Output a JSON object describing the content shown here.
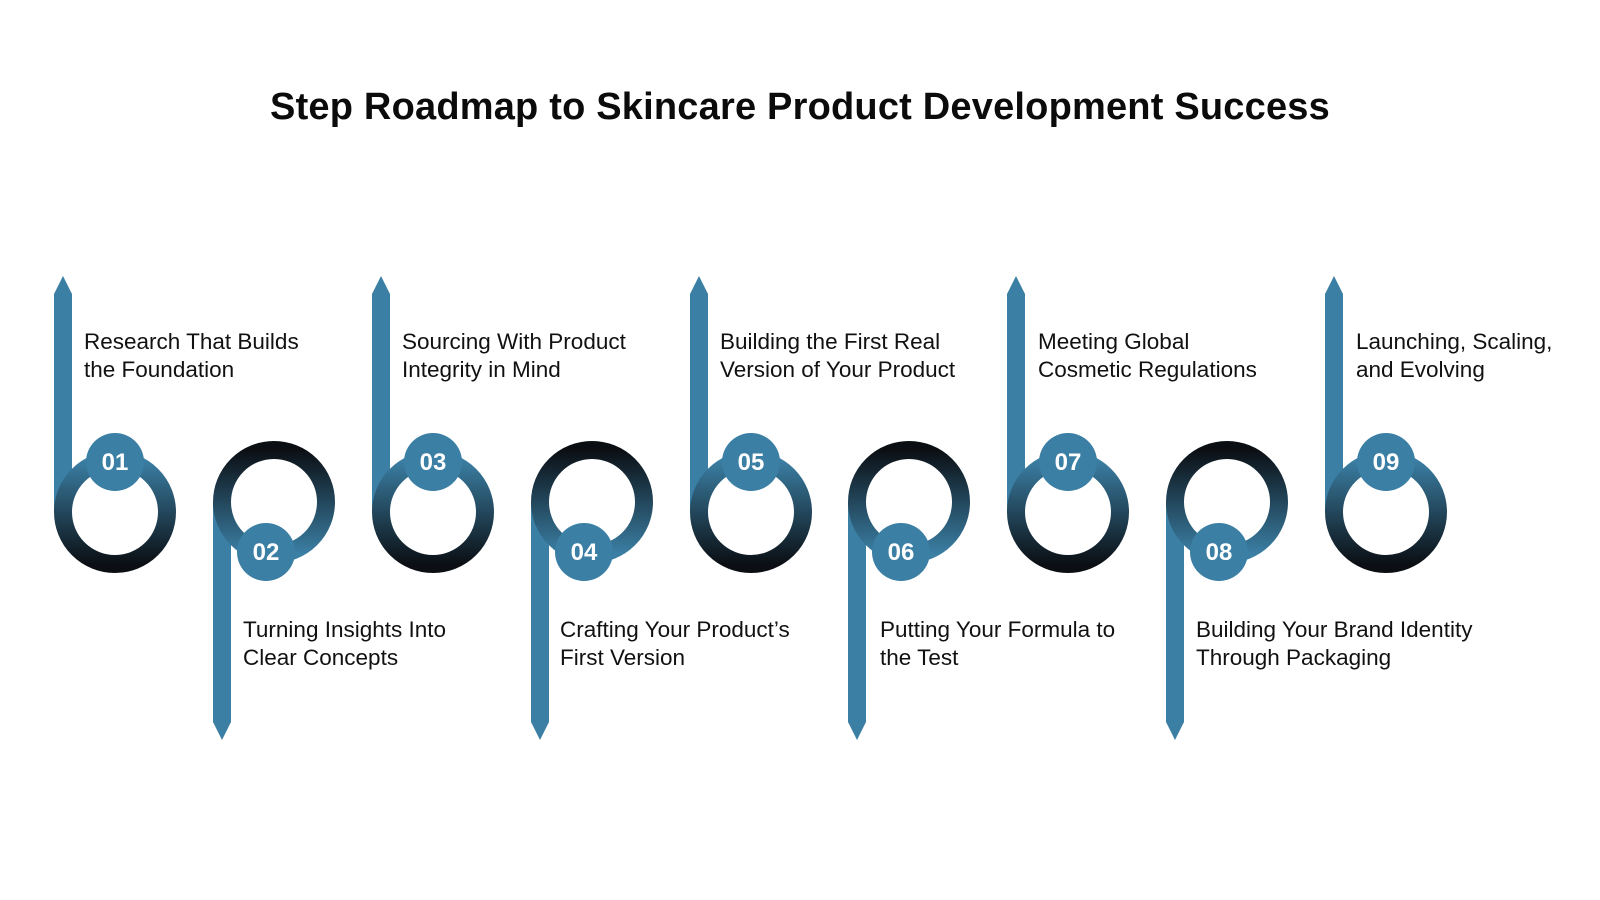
{
  "title": "Step Roadmap to Skincare Product Development Success",
  "colors": {
    "stem": "#3b7fa4",
    "ring_top": "#3b7fa4",
    "ring_bottom": "#0b0f14",
    "badge": "#3b7fa4",
    "text": "#111111"
  },
  "steps": [
    {
      "number": "01",
      "line1": "Research That Builds",
      "line2": "the Foundation"
    },
    {
      "number": "02",
      "line1": "Turning Insights Into",
      "line2": "Clear Concepts"
    },
    {
      "number": "03",
      "line1": "Sourcing With Product",
      "line2": "Integrity in Mind"
    },
    {
      "number": "04",
      "line1": "Crafting Your Product’s",
      "line2": "First Version"
    },
    {
      "number": "05",
      "line1": "Building the First Real",
      "line2": "Version of Your Product"
    },
    {
      "number": "06",
      "line1": "Putting Your Formula to",
      "line2": "the Test"
    },
    {
      "number": "07",
      "line1": "Meeting Global",
      "line2": "Cosmetic Regulations"
    },
    {
      "number": "08",
      "line1": "Building Your Brand Identity",
      "line2": "Through Packaging"
    },
    {
      "number": "09",
      "line1": "Launching, Scaling,",
      "line2": "and Evolving"
    }
  ]
}
